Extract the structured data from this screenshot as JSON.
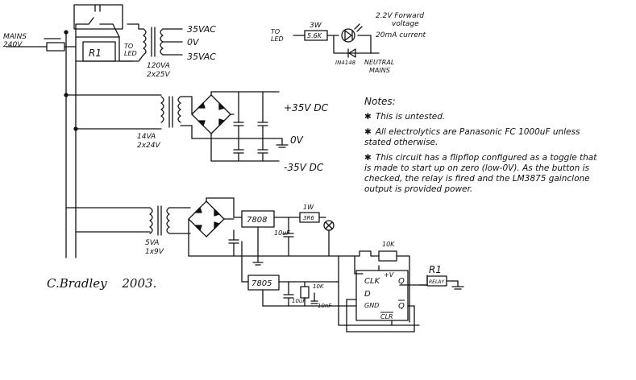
{
  "labels": {
    "mains_line1": "MAINS",
    "mains_line2": "240V",
    "tr1_out_top": "35VAC",
    "tr1_out_mid": "0V",
    "tr1_out_bot": "35VAC",
    "relay_tag": "R1",
    "to_led_a": "TO",
    "to_led_b": "LED",
    "tr1_rating_a": "120VA",
    "tr1_rating_b": "2x25V",
    "led_in_a": "TO",
    "led_in_b": "LED",
    "resistor_power": "3W",
    "resistor_value": "5.6K",
    "led_spec_a": "2.2V Forward",
    "led_spec_b": "voltage",
    "led_spec_c": "20mA current",
    "diode_part": "IN4148",
    "neutral_a": "NEUTRAL",
    "neutral_b": "MAINS",
    "rail_pos": "+35V DC",
    "rail_zero": "0V",
    "rail_neg": "-35V DC",
    "tr2_rating_a": "14VA",
    "tr2_rating_b": "2x24V",
    "reg_7808": "7808",
    "reg_7805": "7805",
    "cap_10uf": "10uF",
    "res_1w": "1W",
    "res_1w_val": "3R6",
    "res_10k_top": "10K",
    "res_10k_mid": "10K",
    "cap_10uf_b": "10uF",
    "cap_10nf": "10nF",
    "tr3_rating_a": "5VA",
    "tr3_rating_b": "1x9V",
    "ff_clk": "CLK",
    "ff_vcc": "+V",
    "ff_q": "Q",
    "ff_d": "D",
    "ff_gnd": "GND",
    "ff_qbar": "Q",
    "ff_clr": "CLR",
    "r1_coil": "R1",
    "r1_coil_val": "RELAY"
  },
  "notes": {
    "title": "Notes:",
    "items": [
      "This is untested.",
      "All electrolytics are Panasonic FC 1000uF unless stated otherwise.",
      "This circuit has a flipflop configured as a toggle that is made to start up on zero (low-0V). As the button is checked, the relay is fired and the LM3875 gainclone output is provided power."
    ],
    "bullet": "✱"
  },
  "signature": "C.Bradley",
  "year": "2003."
}
